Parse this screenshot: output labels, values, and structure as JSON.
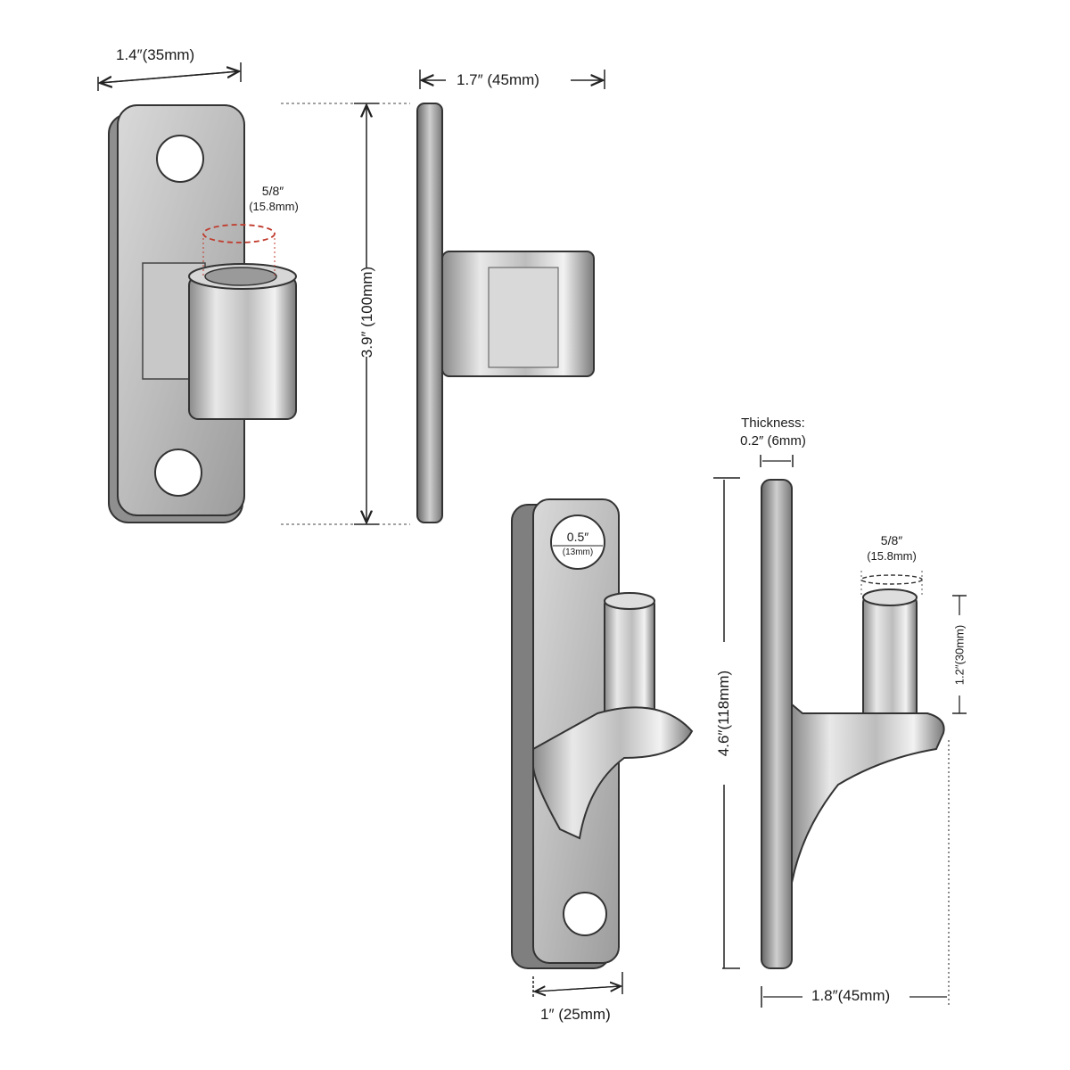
{
  "diagram": {
    "type": "product-dimension-diagram",
    "subject": "Stainless steel gate hinge pin & socket hardware",
    "parts": [
      {
        "name": "socket plate (front view)",
        "dimensions": {
          "width": "1.4″(35mm)",
          "bore_inch": "5/8″",
          "bore_mm": "(15.8mm)"
        }
      },
      {
        "name": "socket plate (side view)",
        "dimensions": {
          "height": "3.9″ (100mm)",
          "depth": "1.7″ (45mm)"
        }
      },
      {
        "name": "pin plate (front view)",
        "dimensions": {
          "hole_inch": "0.5″",
          "hole_mm": "(13mm)",
          "width": "1″ (25mm)",
          "height": "4.6″(118mm)"
        }
      },
      {
        "name": "pin plate (side view)",
        "dimensions": {
          "thickness_label": "Thickness:",
          "thickness_value": "0.2″ (6mm)",
          "pin_dia_inch": "5/8″",
          "pin_dia_mm": "(15.8mm)",
          "pin_height": "1.2″(30mm)",
          "depth": "1.8″(45mm)"
        }
      }
    ]
  },
  "colors": {
    "metal_light": "#e6e6e6",
    "metal_mid": "#b9b9b9",
    "metal_dark": "#6f6f6f",
    "outline": "#333333",
    "dim_line": "#222222",
    "bore_dash": "#c0392b"
  }
}
